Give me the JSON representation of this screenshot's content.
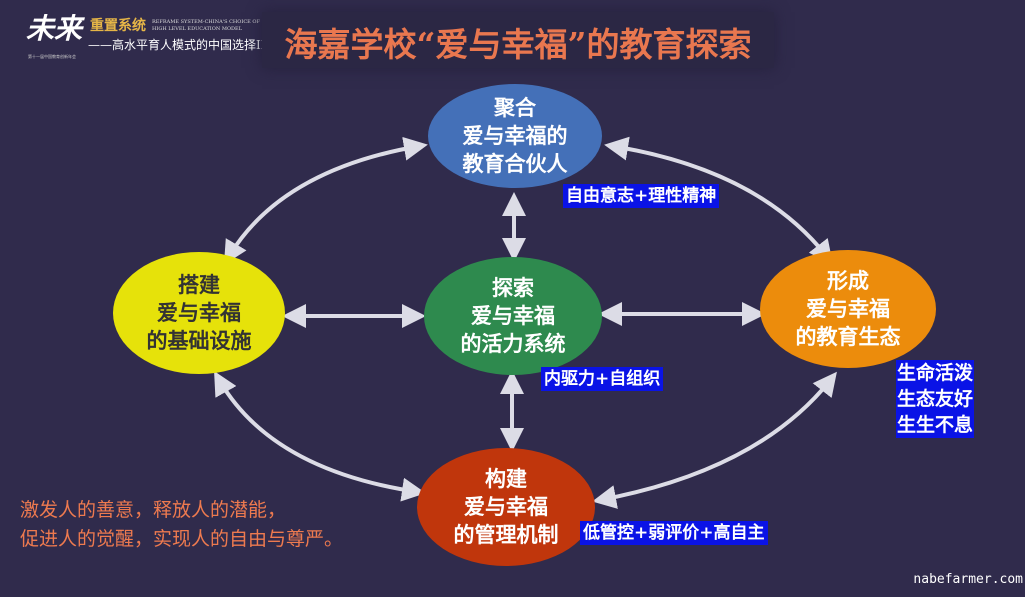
{
  "title": "海嘉学校“爱与幸福”的教育探索",
  "logo": {
    "mark": "未来",
    "series": "重置系统",
    "english": "REFRAME SYSTEM-CHINA'S CHOICE OF HIGH LEVEL EDUCATION MODEL",
    "subtitle": "——高水平育人模式的中国选择II",
    "small": "第十一届中国教育创新年会"
  },
  "nodes": {
    "top": {
      "lines": [
        "聚合",
        "爱与幸福的",
        "教育合伙人"
      ],
      "color": "#4470b8",
      "tag": "自由意志+理性精神"
    },
    "left": {
      "lines": [
        "搭建",
        "爱与幸福",
        "的基础设施"
      ],
      "color": "#e6e20a"
    },
    "center": {
      "lines": [
        "探索",
        "爱与幸福",
        "的活力系统"
      ],
      "color": "#2e8a4e",
      "tag": "内驱力+自组织"
    },
    "right": {
      "lines": [
        "形成",
        "爱与幸福",
        "的教育生态"
      ],
      "color": "#ec8c0c",
      "tag": [
        "生命活泼",
        "生态友好",
        "生生不息"
      ]
    },
    "bottom": {
      "lines": [
        "构建",
        "爱与幸福",
        "的管理机制"
      ],
      "color": "#c0360c",
      "tag": "低管控+弱评价+高自主"
    }
  },
  "quote": [
    "激发人的善意，释放人的潜能，",
    "促进人的觉醒，实现人的自由与尊严。"
  ],
  "watermark": "nabefarmer.com"
}
